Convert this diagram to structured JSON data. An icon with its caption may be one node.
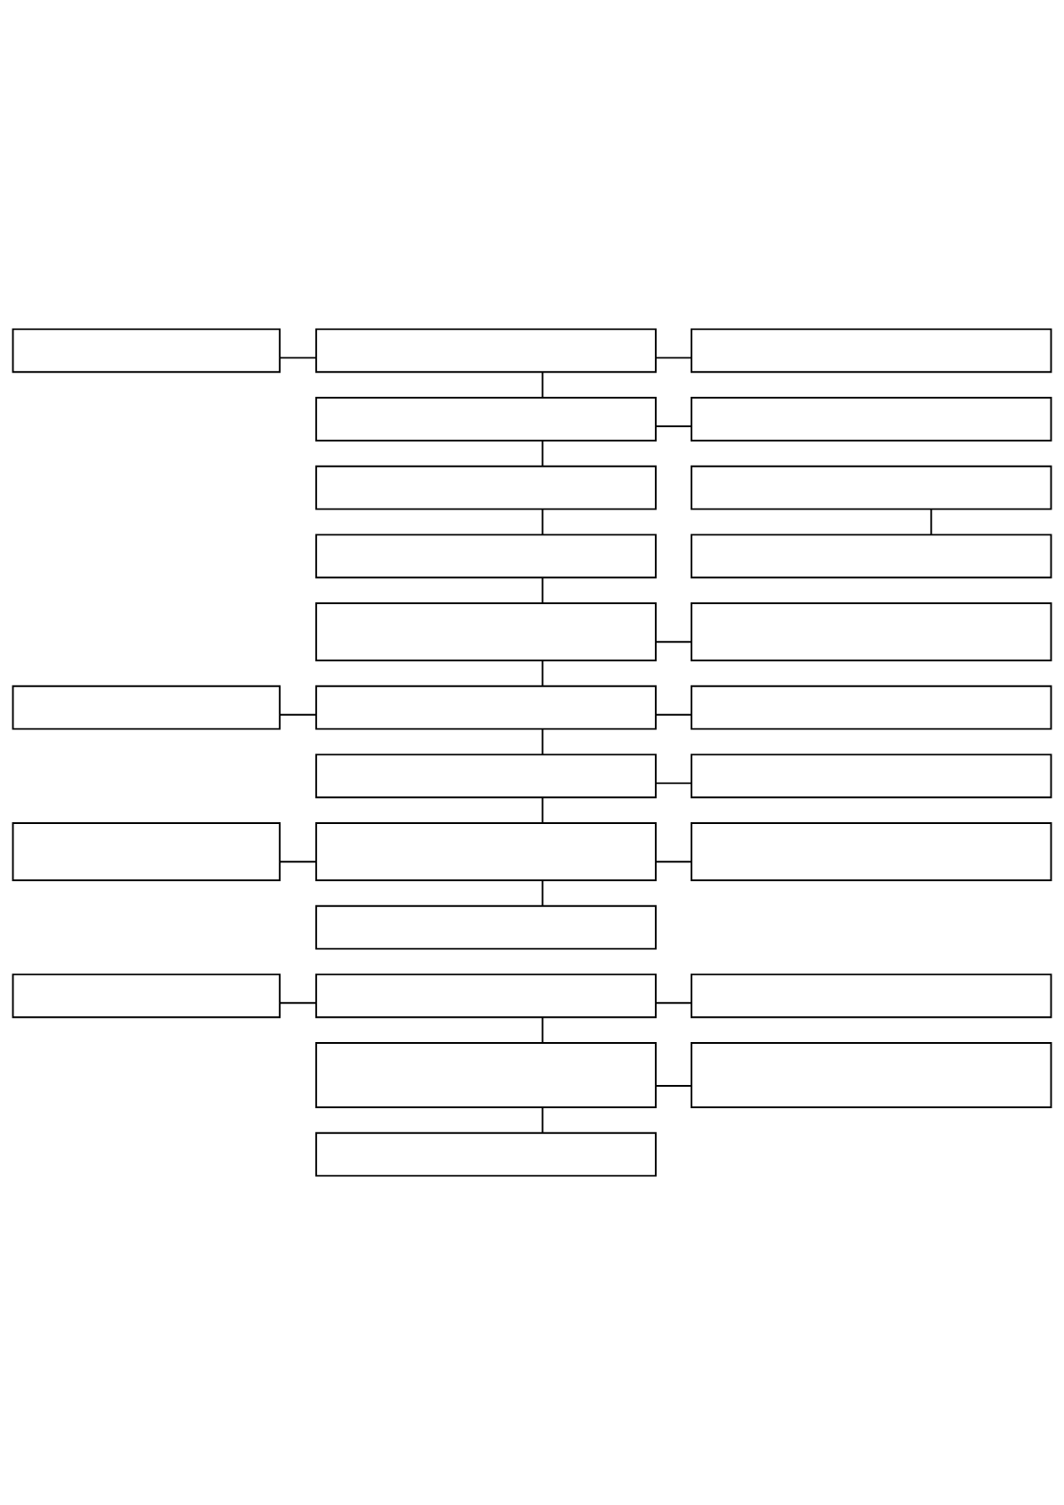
{
  "diagram": {
    "nodes": [
      {
        "text": [],
        "shape": "box"
      },
      {
        "text": [],
        "shape": "box"
      },
      {
        "text": [],
        "shape": "box"
      },
      {
        "text": [],
        "shape": "box"
      },
      {
        "text": [],
        "shape": "box"
      },
      {
        "text": [],
        "shape": "box"
      },
      {
        "text": [],
        "shape": "box"
      },
      {
        "text": [],
        "shape": "box"
      },
      {
        "text": [],
        "shape": "box"
      },
      {
        "text": [],
        "shape": "box"
      },
      {
        "text": [],
        "shape": "box"
      },
      {
        "text": [],
        "shape": "box"
      },
      {
        "text": [],
        "shape": "box"
      },
      {
        "text": [],
        "shape": "box"
      },
      {
        "text": [],
        "shape": "box"
      },
      {
        "text": [],
        "shape": "box"
      },
      {
        "text": [],
        "shape": "box"
      },
      {
        "text": [],
        "shape": "box"
      },
      {
        "text": [],
        "shape": "box"
      },
      {
        "text": [],
        "shape": "box"
      },
      {
        "text": [],
        "shape": "box"
      },
      {
        "text": [],
        "shape": "box"
      },
      {
        "text": [],
        "shape": "box"
      },
      {
        "text": [],
        "shape": "box"
      },
      {
        "text": [],
        "shape": "box"
      },
      {
        "text": [],
        "shape": "box"
      }
    ],
    "edges": [
      {
        "from": 0,
        "to": 1,
        "arrow": "none"
      },
      {
        "from": 1,
        "to": 2,
        "arrow": "none"
      },
      {
        "from": 1,
        "to": 3,
        "arrow": "none"
      },
      {
        "from": 3,
        "to": 4,
        "arrow": "none"
      },
      {
        "from": 3,
        "to": 5,
        "arrow": "none"
      },
      {
        "from": 5,
        "to": 7,
        "arrow": "none"
      },
      {
        "from": 6,
        "to": 8,
        "arrow": "none"
      },
      {
        "from": 7,
        "to": 9,
        "arrow": "none"
      },
      {
        "from": 9,
        "to": 10,
        "arrow": "none"
      },
      {
        "from": 9,
        "to": 12,
        "arrow": "none"
      },
      {
        "from": 11,
        "to": 12,
        "arrow": "none"
      },
      {
        "from": 12,
        "to": 13,
        "arrow": "none"
      },
      {
        "from": 12,
        "to": 14,
        "arrow": "none"
      },
      {
        "from": 14,
        "to": 15,
        "arrow": "none"
      },
      {
        "from": 14,
        "to": 17,
        "arrow": "none"
      },
      {
        "from": 16,
        "to": 17,
        "arrow": "none"
      },
      {
        "from": 17,
        "to": 18,
        "arrow": "none"
      },
      {
        "from": 17,
        "to": 19,
        "arrow": "none"
      },
      {
        "from": 20,
        "to": 21,
        "arrow": "none"
      },
      {
        "from": 21,
        "to": 22,
        "arrow": "none"
      },
      {
        "from": 21,
        "to": 23,
        "arrow": "none"
      },
      {
        "from": 23,
        "to": 24,
        "arrow": "none"
      },
      {
        "from": 23,
        "to": 25,
        "arrow": "none"
      }
    ]
  }
}
